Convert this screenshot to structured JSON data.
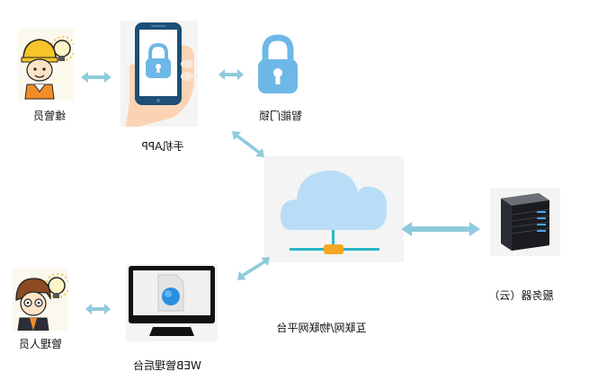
{
  "nodes": {
    "maintenance_staff": {
      "label": "维管员",
      "icon": "worker-with-hardhat-icon"
    },
    "mobile_app": {
      "label": "手机APP",
      "icon": "phone-lock-icon"
    },
    "smart_lock": {
      "label": "智能门锁",
      "icon": "padlock-icon"
    },
    "platform": {
      "label": "互联网/物联网平台",
      "icon": "cloud-network-icon"
    },
    "server": {
      "label": "服务器（云）",
      "icon": "server-icon"
    },
    "manager": {
      "label": "管理人员",
      "icon": "manager-with-glasses-icon"
    },
    "web_admin": {
      "label": "WEB管理后台",
      "icon": "monitor-web-icon"
    }
  },
  "colors": {
    "arrow": "#8ecbdc",
    "lock": "#6db8e6",
    "cloud": "#b9ddf7",
    "network_line": "#2bb6c8",
    "network_hub": "#f5a623",
    "phone_frame": "#1d4e75"
  }
}
